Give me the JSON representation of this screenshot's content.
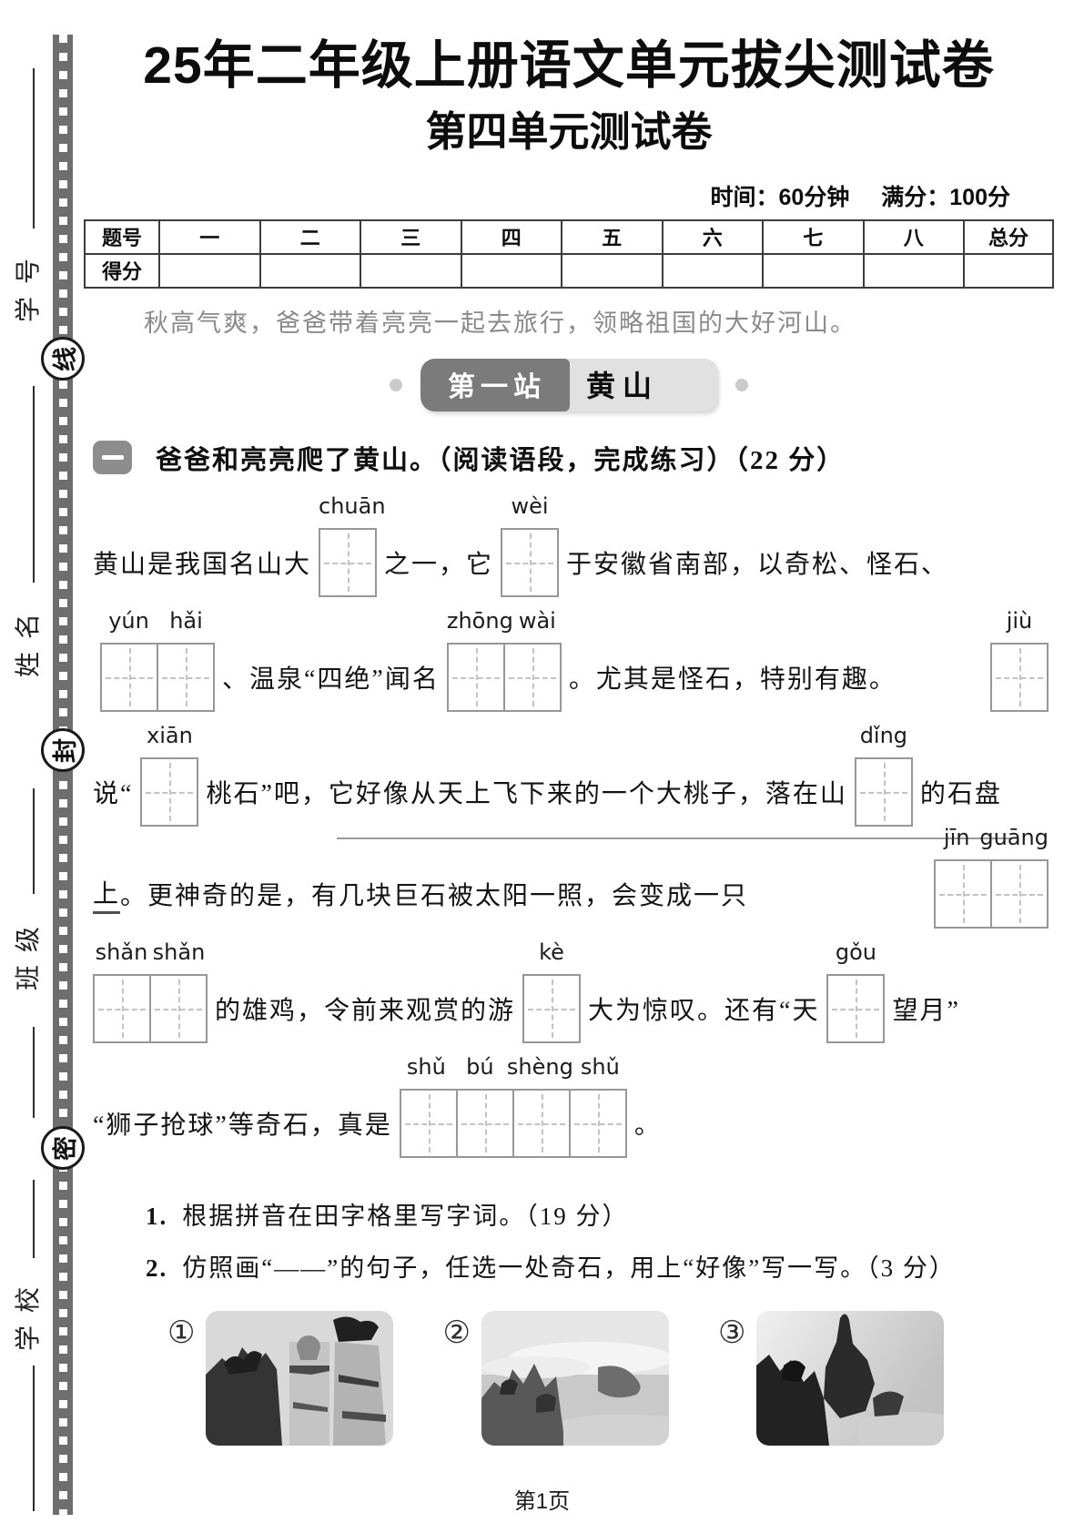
{
  "header": {
    "title": "25年二年级上册语文单元拔尖测试卷",
    "subtitle": "第四单元测试卷",
    "time_limit": "时间：60分钟",
    "full_score": "满分：100分"
  },
  "sidebar": {
    "student_id_label": "学号",
    "name_label": "姓名",
    "class_label": "班级",
    "school_label": "学校",
    "seal_line_char": "线",
    "seal_feng_char": "封",
    "seal_mi_char": "密"
  },
  "score_table": {
    "question_row_label": "题号",
    "score_row_label": "得分",
    "columns": [
      "一",
      "二",
      "三",
      "四",
      "五",
      "六",
      "七",
      "八",
      "总分"
    ]
  },
  "intro": "秋高气爽，爸爸带着亮亮一起去旅行，领略祖国的大好河山。",
  "station": {
    "tab": "第一站",
    "name": "黄山"
  },
  "section_one": {
    "title": "爸爸和亮亮爬了黄山。（阅读语段，完成练习）（22 分）"
  },
  "passage": {
    "row1": {
      "t1": "黄山是我国名山大",
      "b1": [
        "chuān"
      ],
      "t2": "之一，它",
      "b2": [
        "wèi"
      ],
      "t3": "于安徽省南部，以奇松、怪石、"
    },
    "row2": {
      "b1": [
        "yún",
        "hǎi"
      ],
      "t1": "、温泉“四绝”闻名",
      "b2": [
        "zhōng",
        "wài"
      ],
      "t2": "。尤其是怪石，特别有趣。",
      "b3": [
        "jiù"
      ]
    },
    "row3": {
      "t1": "说“",
      "b1": [
        "xiān"
      ],
      "t2": "桃石”吧，它好像从天上飞下来的一个大桃子，落在山",
      "b2": [
        "dǐng"
      ],
      "t3": "的石盘"
    },
    "row4": {
      "t1": "上",
      "t2": "。更神奇的是，有几块巨石被太阳一照，会变成一只",
      "b1": [
        "jīn",
        "guāng"
      ]
    },
    "row5": {
      "b1": [
        "shǎn",
        "shǎn"
      ],
      "t1": "的雄鸡，令前来观赏的游",
      "b2": [
        "kè"
      ],
      "t2": "大为惊叹。还有“天",
      "b3": [
        "gǒu"
      ],
      "t3": "望月”"
    },
    "row6": {
      "t1": "“狮子抢球”等奇石，真是",
      "b1": [
        "shǔ",
        "bú",
        "shèng",
        "shǔ"
      ],
      "t2": "。"
    }
  },
  "questions": {
    "q1_num": "1.",
    "q1_text": "根据拼音在田字格里写字词。（19 分）",
    "q2_num": "2.",
    "q2_text": "仿照画“——”的句子，任选一处奇石，用上“好像”写一写。（3 分）"
  },
  "photos": {
    "labels": [
      "①",
      "②",
      "③"
    ]
  },
  "footer": {
    "page": "第1页"
  },
  "colors": {
    "seal_strip": "#6e6e6e",
    "station_tab": "#7b7b7b",
    "station_panel": "#e1e1e1",
    "intro_gray": "#8a8a8a"
  }
}
